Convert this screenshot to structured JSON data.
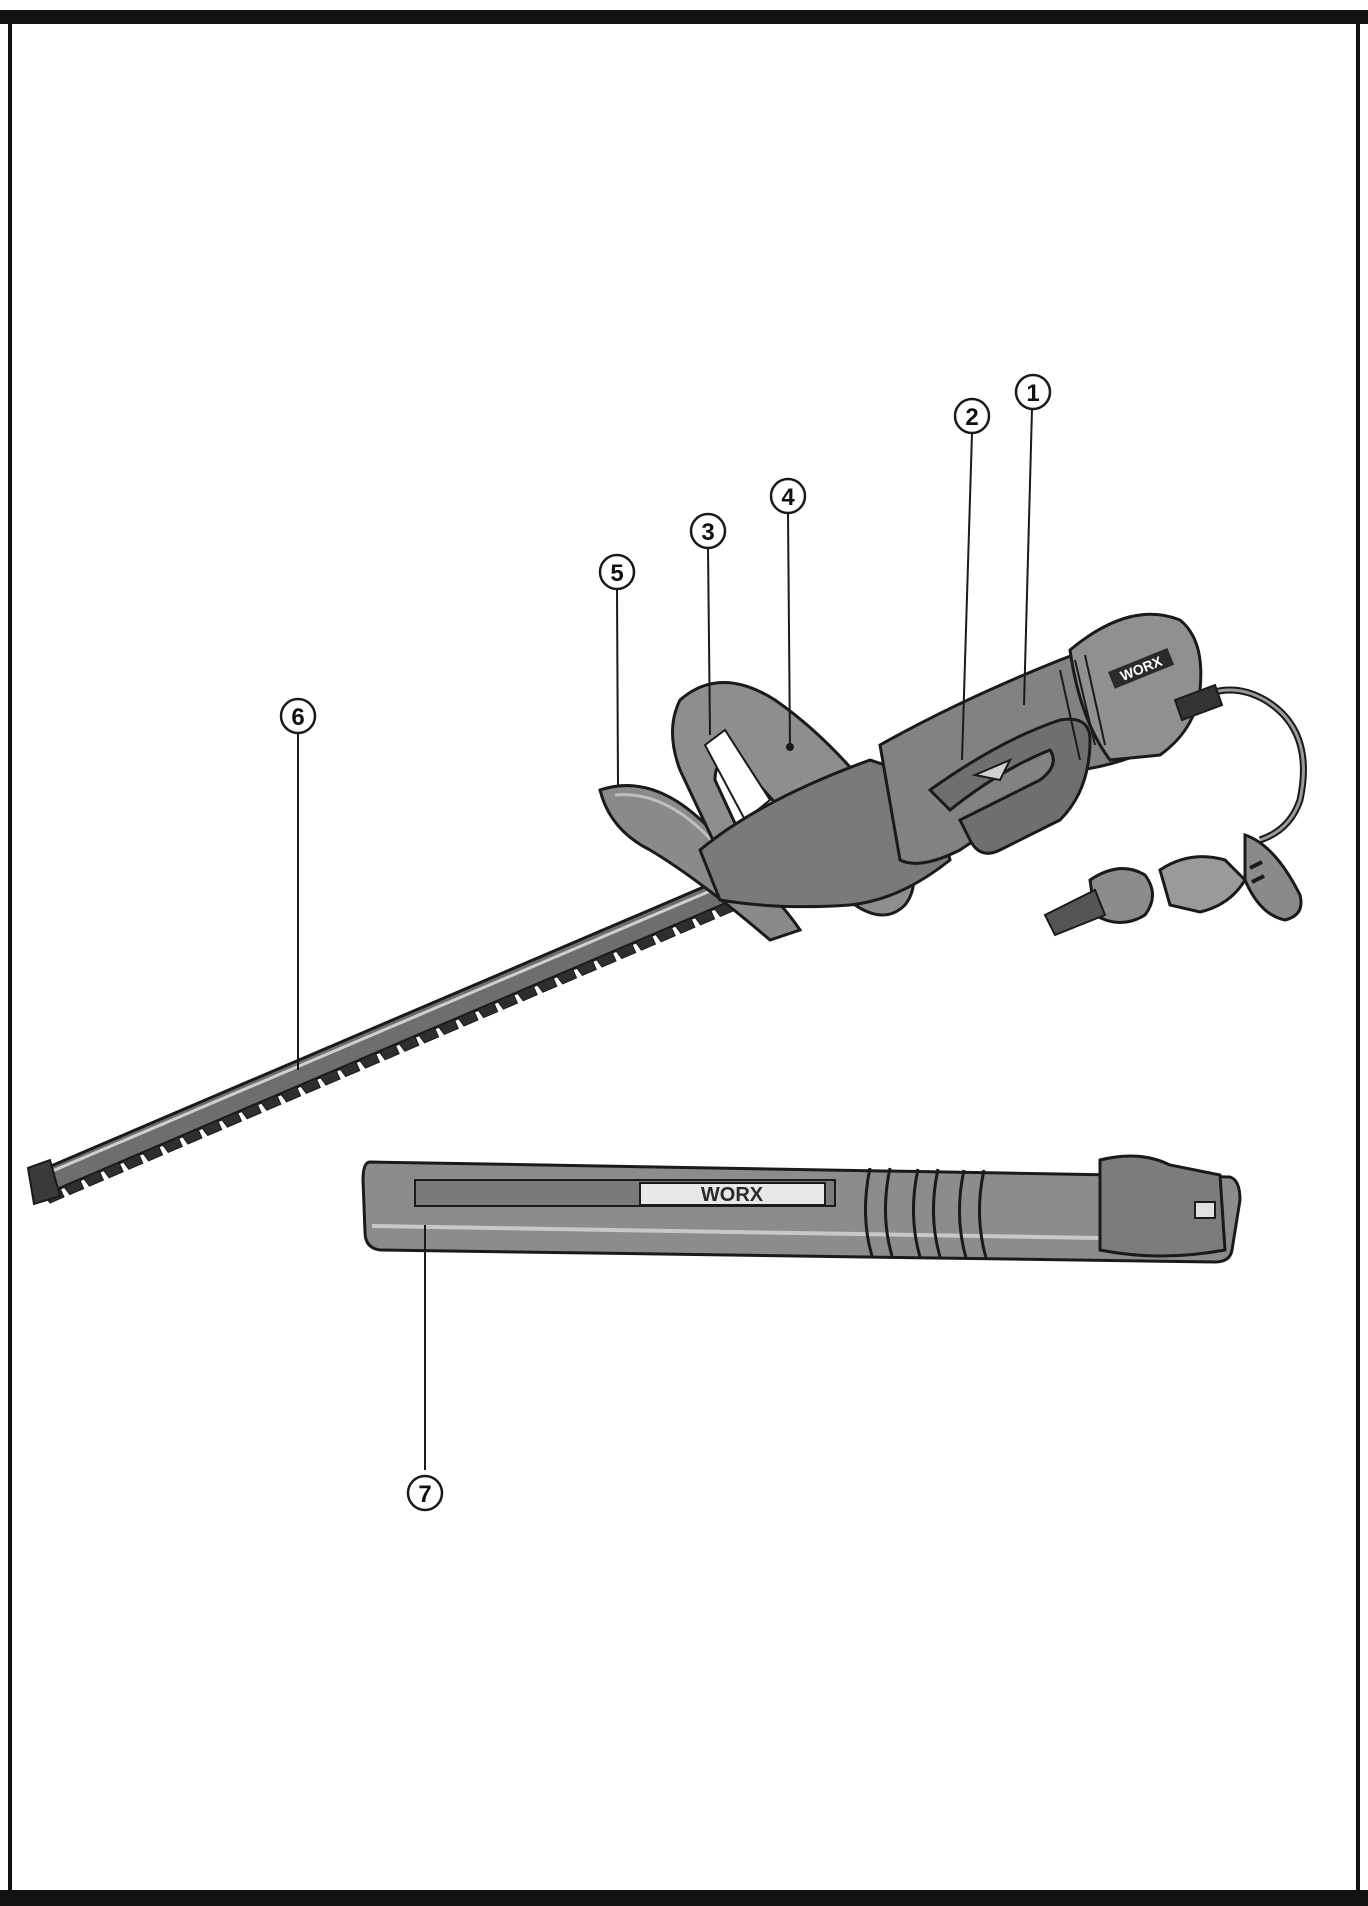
{
  "brand": {
    "logo_text": "WORX"
  },
  "callouts": [
    {
      "id": 1,
      "label": "1"
    },
    {
      "id": 2,
      "label": "2"
    },
    {
      "id": 3,
      "label": "3"
    },
    {
      "id": 4,
      "label": "4"
    },
    {
      "id": 5,
      "label": "5"
    },
    {
      "id": 6,
      "label": "6"
    },
    {
      "id": 7,
      "label": "7"
    }
  ],
  "colors": {
    "frame": "#111111",
    "line": "#1a1a1a",
    "body_fill": "#7d7d7d",
    "body_dark": "#555555",
    "body_light": "#a8a8a8",
    "blade": "#4a4a4a",
    "sheath": "#8c8c8c"
  }
}
